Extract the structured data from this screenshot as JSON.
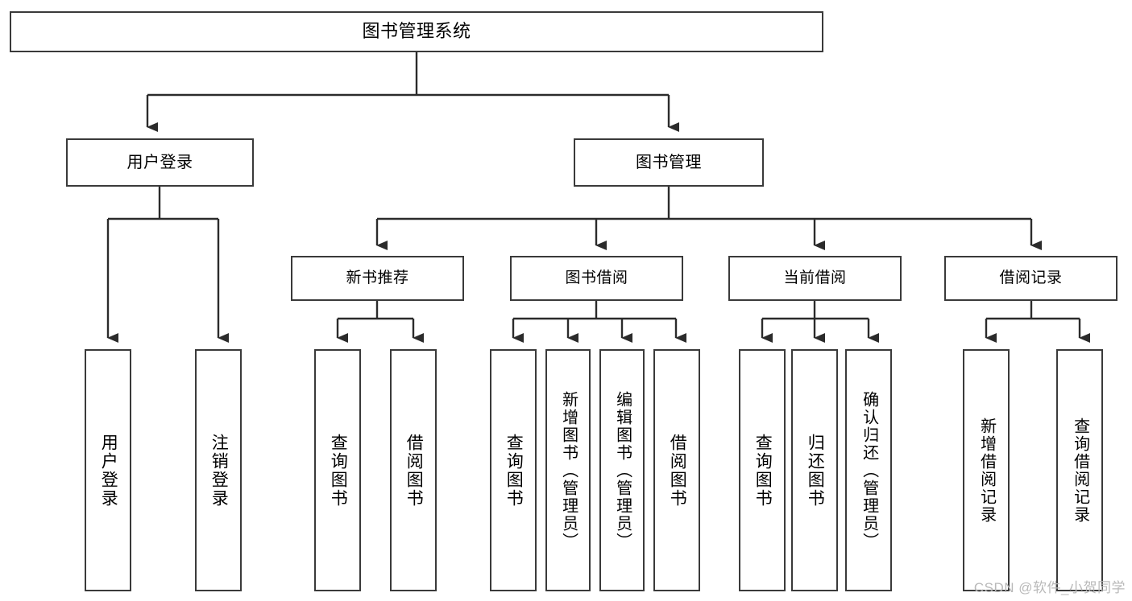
{
  "diagram": {
    "type": "tree",
    "title": "图书管理系统",
    "watermark": "CSDN @软件_小贺同学",
    "colors": {
      "box_border": "#3a3a3a",
      "box_fill": "#ffffff",
      "edge": "#2b2b2b",
      "text": "#000000",
      "watermark": "#b9b9b9"
    },
    "root": {
      "label": "图书管理系统"
    },
    "level1": [
      {
        "label": "用户登录"
      },
      {
        "label": "图书管理"
      }
    ],
    "level2": [
      {
        "label": "新书推荐"
      },
      {
        "label": "图书借阅"
      },
      {
        "label": "当前借阅"
      },
      {
        "label": "借阅记录"
      }
    ],
    "leaves": {
      "user_login": [
        {
          "label": "用户登录"
        },
        {
          "label": "注销登录"
        }
      ],
      "new_book_recommend": [
        {
          "label": "查询图书"
        },
        {
          "label": "借阅图书"
        }
      ],
      "book_borrow": [
        {
          "label": "查询图书"
        },
        {
          "label": "新增图书（管理员）"
        },
        {
          "label": "编辑图书（管理员）"
        },
        {
          "label": "借阅图书"
        }
      ],
      "current_borrow": [
        {
          "label": "查询图书"
        },
        {
          "label": "归还图书"
        },
        {
          "label": "确认归还（管理员）"
        }
      ],
      "borrow_record": [
        {
          "label": "新增借阅记录"
        },
        {
          "label": "查询借阅记录"
        }
      ]
    }
  }
}
